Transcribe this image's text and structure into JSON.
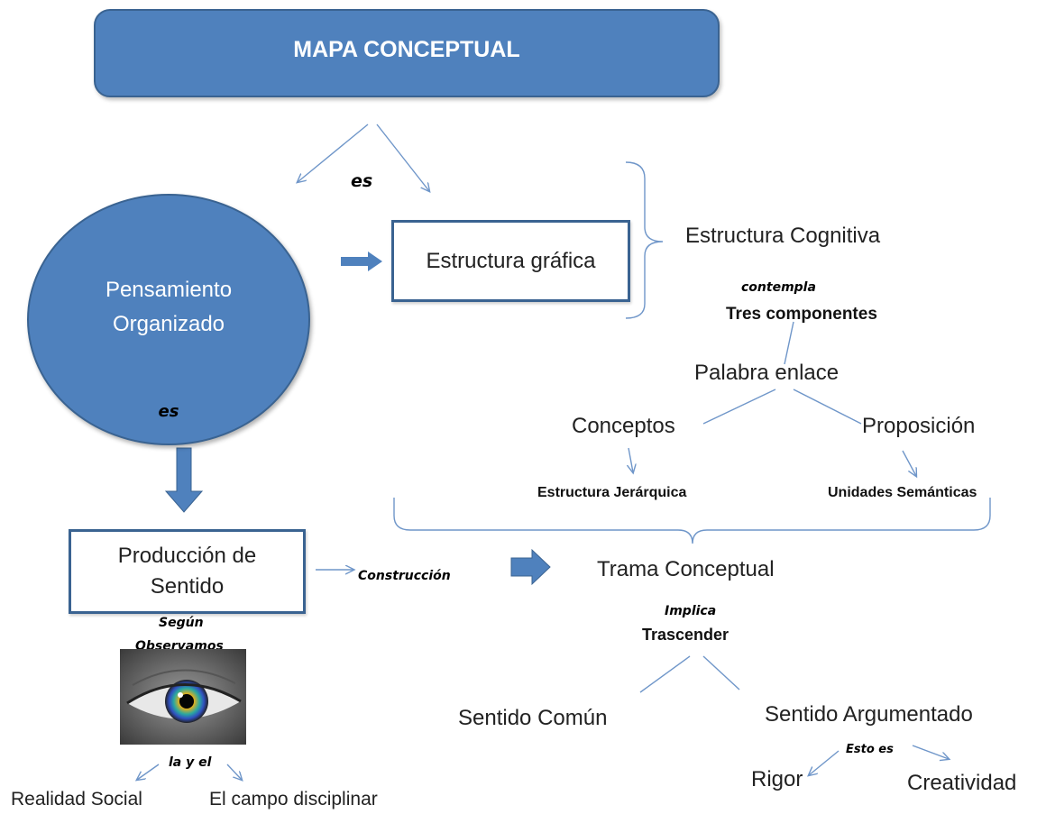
{
  "title": "MAPA CONCEPTUAL",
  "circle": {
    "line1": "Pensamiento",
    "line2": "Organizado",
    "label": "es"
  },
  "es_top": "es",
  "estructura_grafica": "Estructura gráfica",
  "estructura_cognitiva": "Estructura Cognitiva",
  "contempla": "contempla",
  "tres_componentes": "Tres componentes",
  "palabra_enlace": "Palabra enlace",
  "conceptos": "Conceptos",
  "proposicion": "Proposición",
  "estructura_jerarquica": "Estructura Jerárquica",
  "unidades_semanticas": "Unidades Semánticas",
  "produccion": {
    "line1": "Producción de",
    "line2": "Sentido"
  },
  "construccion": "Construcción",
  "trama_conceptual": "Trama Conceptual",
  "implica": "Implica",
  "trascender": "Trascender",
  "sentido_comun": "Sentido Común",
  "sentido_argumentado": "Sentido Argumentado",
  "esto_es": "Esto es",
  "rigor": "Rigor",
  "creatividad": "Creatividad",
  "segun": "Según",
  "observamos": "Observamos",
  "la_y_el": "la y el",
  "realidad_social": "Realidad Social",
  "campo_disciplinar": "El campo disciplinar",
  "colors": {
    "primary": "#4f81bd",
    "border": "#3a6391",
    "line": "#6f96c9"
  }
}
